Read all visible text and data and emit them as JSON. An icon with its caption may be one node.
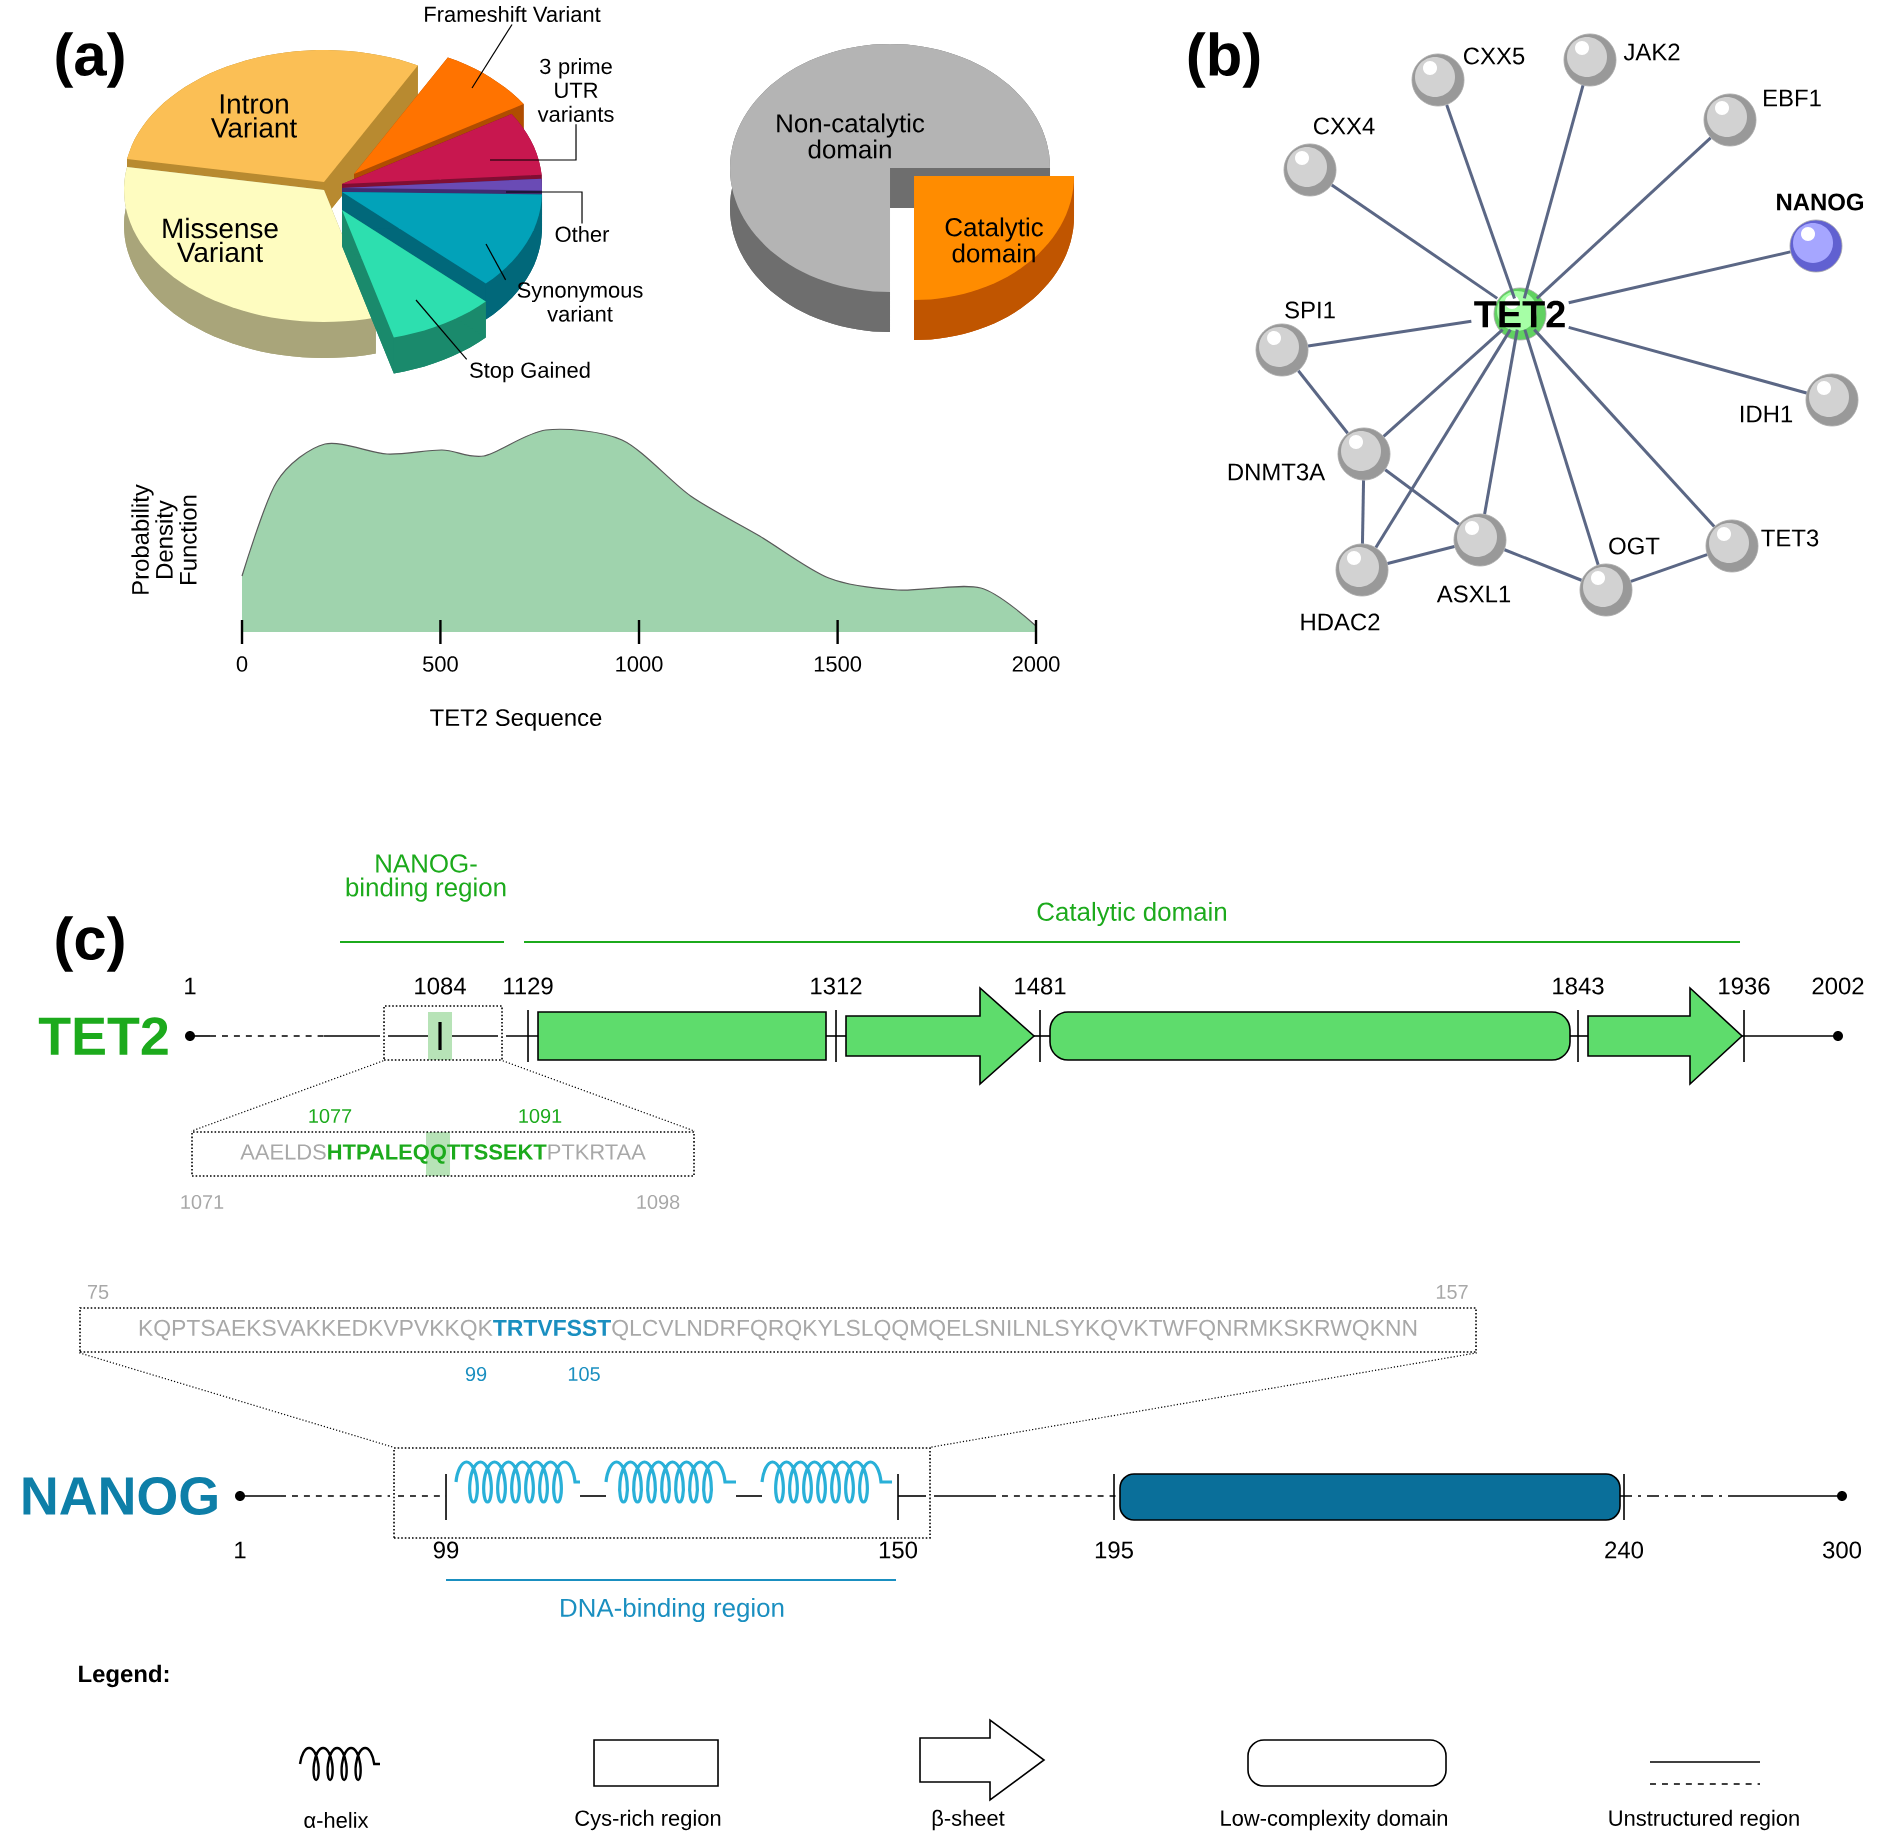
{
  "diagram": {
    "nodes": [
      {
        "text": [
          "Frameshift Variant"
        ]
      },
      {
        "text": [
          "3 prime UTR variants"
        ]
      },
      {
        "text": [
          "Other"
        ]
      },
      {
        "text": [
          "Synonymous variant"
        ]
      },
      {
        "text": [
          "Stop Gained"
        ]
      },
      {
        "text": [
          "TET2"
        ]
      },
      {
        "text": [
          "CXX5"
        ]
      },
      {
        "text": [
          "JAK2"
        ]
      },
      {
        "text": [
          "EBF1"
        ]
      },
      {
        "text": [
          "CXX4"
        ]
      },
      {
        "text": [
          "NANOG"
        ]
      },
      {
        "text": [
          "SPI1"
        ]
      },
      {
        "text": [
          "IDH1"
        ]
      },
      {
        "text": [
          "DNMT3A"
        ]
      },
      {
        "text": [
          "ASXL1"
        ]
      },
      {
        "text": [
          "HDAC2"
        ]
      },
      {
        "text": [
          "OGT"
        ]
      },
      {
        "text": [
          "TET3"
        ]
      },
      {
        "text": [],
        "shape": "box",
        "beside": [
          "1084"
        ]
      },
      {
        "text": [
          "AAELDS**HTPALEQQTTSSEKT**PTKRTAA"
        ],
        "beside": [
          "1077",
          "1091",
          "1071",
          "1098"
        ]
      },
      {
        "text": [
          "KQPTSAEKSVAKKEDKVPVKKQK**TRTVFSST**QLCVLNDRFQRQKYLSLQQMQELSNILNLSYKQVKTWFQNRMKSKRWQKNN"
        ],
        "beside": [
          "75",
          "157",
          "99",
          "105"
        ]
      },
      {
        "text": [],
        "shape": "box",
        "beside": [
          "99",
          "150"
        ]
      }
    ],
    "edges": [
      {
        "from": 0,
        "to": null,
        "arrow": "none",
        "color": "#000000"
      },
      {
        "from": 1,
        "to": null,
        "arrow": "none",
        "color": "#000000"
      },
      {
        "from": 2,
        "to": null,
        "arrow": "none",
        "color": "#000000"
      },
      {
        "from": 3,
        "to": null,
        "arrow": "none",
        "color": "#000000"
      },
      {
        "from": 4,
        "to": null,
        "arrow": "none",
        "color": "#000000"
      },
      {
        "from": 5,
        "to": 9,
        "arrow": "none"
      },
      {
        "from": 5,
        "to": 6,
        "arrow": "none"
      },
      {
        "from": 5,
        "to": 7,
        "arrow": "none"
      },
      {
        "from": 5,
        "to": 8,
        "arrow": "none"
      },
      {
        "from": 5,
        "to": 10,
        "arrow": "none"
      },
      {
        "from": 5,
        "to": 11,
        "arrow": "none"
      },
      {
        "from": 5,
        "to": 12,
        "arrow": "none"
      },
      {
        "from": 5,
        "to": 13,
        "arrow": "none"
      },
      {
        "from": 5,
        "to": 15,
        "arrow": "none"
      },
      {
        "from": 5,
        "to": 14,
        "arrow": "none"
      },
      {
        "from": 5,
        "to": 16,
        "arrow": "none"
      },
      {
        "from": 5,
        "to": 17,
        "arrow": "none"
      },
      {
        "from": 11,
        "to": 13,
        "arrow": "none"
      },
      {
        "from": 13,
        "to": 15,
        "arrow": "none"
      },
      {
        "from": 13,
        "to": 14,
        "arrow": "none"
      },
      {
        "from": 15,
        "to": 14,
        "arrow": "none"
      },
      {
        "from": 14,
        "to": 16,
        "arrow": "none"
      },
      {
        "from": 16,
        "to": 17,
        "arrow": "none"
      },
      {
        "from": 18,
        "to": 19,
        "arrow": "none",
        "style": "dashed",
        "color": "#000000"
      },
      {
        "from": 18,
        "to": 19,
        "arrow": "none",
        "style": "dashed",
        "color": "#000000"
      },
      {
        "from": 20,
        "to": 21,
        "arrow": "none",
        "style": "dashed",
        "color": "#000000"
      },
      {
        "from": 20,
        "to": 21,
        "arrow": "none",
        "style": "dashed",
        "color": "#000000"
      }
    ],
    "labels": [
      "(a)",
      "(b)",
      "Intron Variant",
      "Missense Variant",
      "Non-catalytic domain",
      "Catalytic domain",
      "Probability Density Function",
      "0",
      "500",
      "1000",
      "1500",
      "2000",
      "TET2 Sequence",
      "(c)",
      "NANOG-binding region",
      "Catalytic domain",
      "TET2",
      "1",
      "1129",
      "1312",
      "1481",
      "1843",
      "1936",
      "2002",
      "NANOG",
      "1",
      "195",
      "240",
      "300",
      "DNA-binding region",
      "Legend:"
    ],
    "legend": [
      {
        "text": "α-helix"
      },
      {
        "text": "Cys-rich region"
      },
      {
        "text": "β-sheet"
      },
      {
        "text": "Low-complexity domain"
      },
      {
        "text": "Unstructured region"
      }
    ]
  }
}
